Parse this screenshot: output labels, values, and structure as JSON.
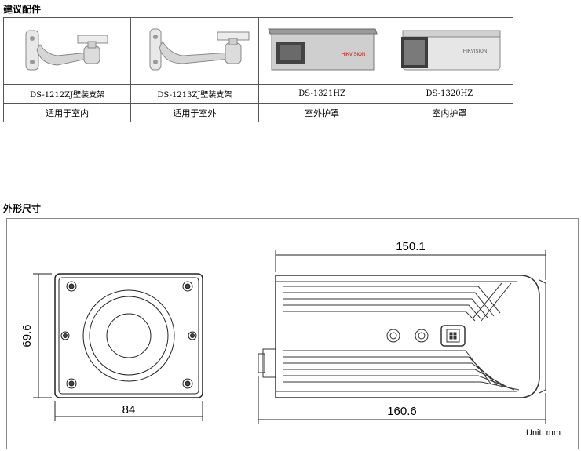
{
  "accessories": {
    "title": "建议配件",
    "items": [
      {
        "model": "DS-1212ZJ壁装支架",
        "usage": "适用于室内",
        "icon": "wall-mount-bracket"
      },
      {
        "model": "DS-1213ZJ壁装支架",
        "usage": "适用于室外",
        "icon": "wall-mount-bracket"
      },
      {
        "model": "DS-1321HZ",
        "usage": "室外护罩",
        "icon": "outdoor-housing",
        "brand": "HIKVISION"
      },
      {
        "model": "DS-1320HZ",
        "usage": "室内护罩",
        "icon": "indoor-housing",
        "brand": "HIKVISION"
      }
    ]
  },
  "dimensions": {
    "title": "外形尺寸",
    "front_width": "84",
    "front_height": "69.6",
    "side_top_length": "150.1",
    "side_bottom_length": "160.6",
    "unit": "Unit: mm"
  }
}
